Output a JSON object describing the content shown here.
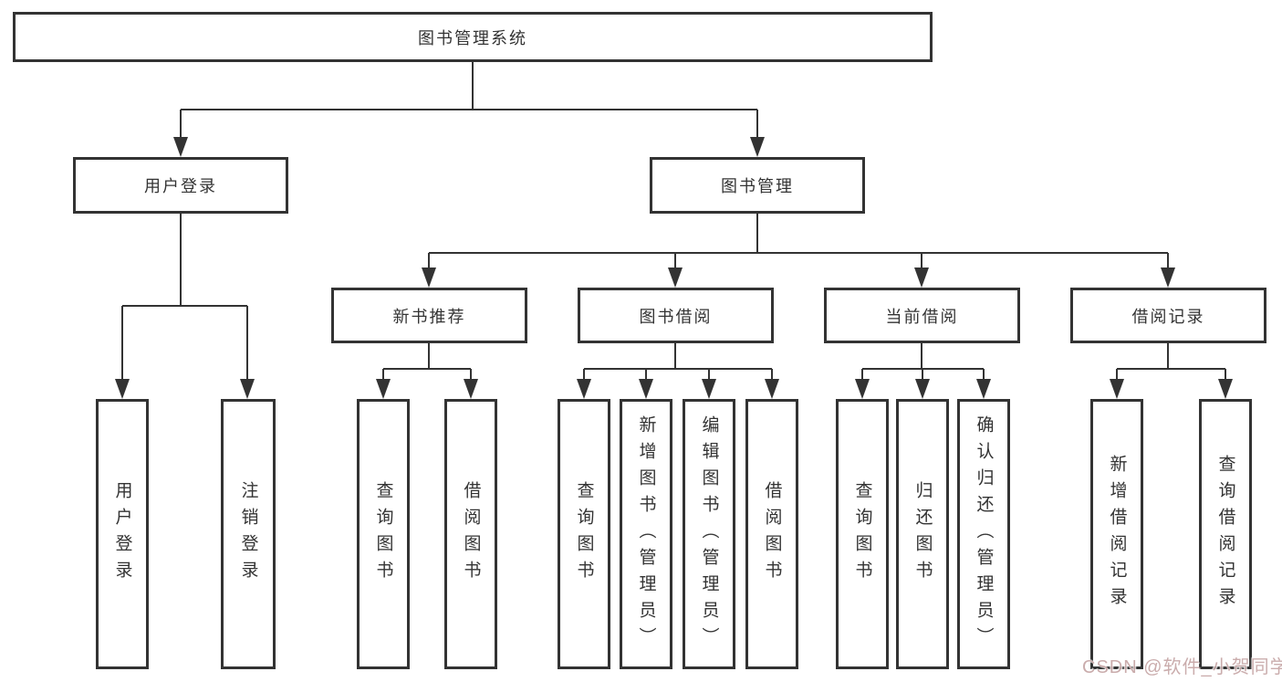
{
  "diagram": {
    "root": {
      "label": "图书管理系统"
    },
    "branches": [
      {
        "label": "用户登录",
        "children": [
          {
            "label": "用户登录"
          },
          {
            "label": "注销登录"
          }
        ]
      },
      {
        "label": "图书管理",
        "children": [
          {
            "label": "新书推荐",
            "children": [
              {
                "label": "查询图书"
              },
              {
                "label": "借阅图书"
              }
            ]
          },
          {
            "label": "图书借阅",
            "children": [
              {
                "label": "查询图书"
              },
              {
                "label": "新增图书（管理员）"
              },
              {
                "label": "编辑图书（管理员）"
              },
              {
                "label": "借阅图书"
              }
            ]
          },
          {
            "label": "当前借阅",
            "children": [
              {
                "label": "查询图书"
              },
              {
                "label": "归还图书"
              },
              {
                "label": "确认归还（管理员）"
              }
            ]
          },
          {
            "label": "借阅记录",
            "children": [
              {
                "label": "新增借阅记录"
              },
              {
                "label": "查询借阅记录"
              }
            ]
          }
        ]
      }
    ]
  },
  "watermark": {
    "text": "CSDN @软件_小贺同学"
  },
  "colors": {
    "line": "#333333",
    "box_border": "#333333",
    "background": "#ffffff",
    "watermark": "#c19e9e"
  }
}
